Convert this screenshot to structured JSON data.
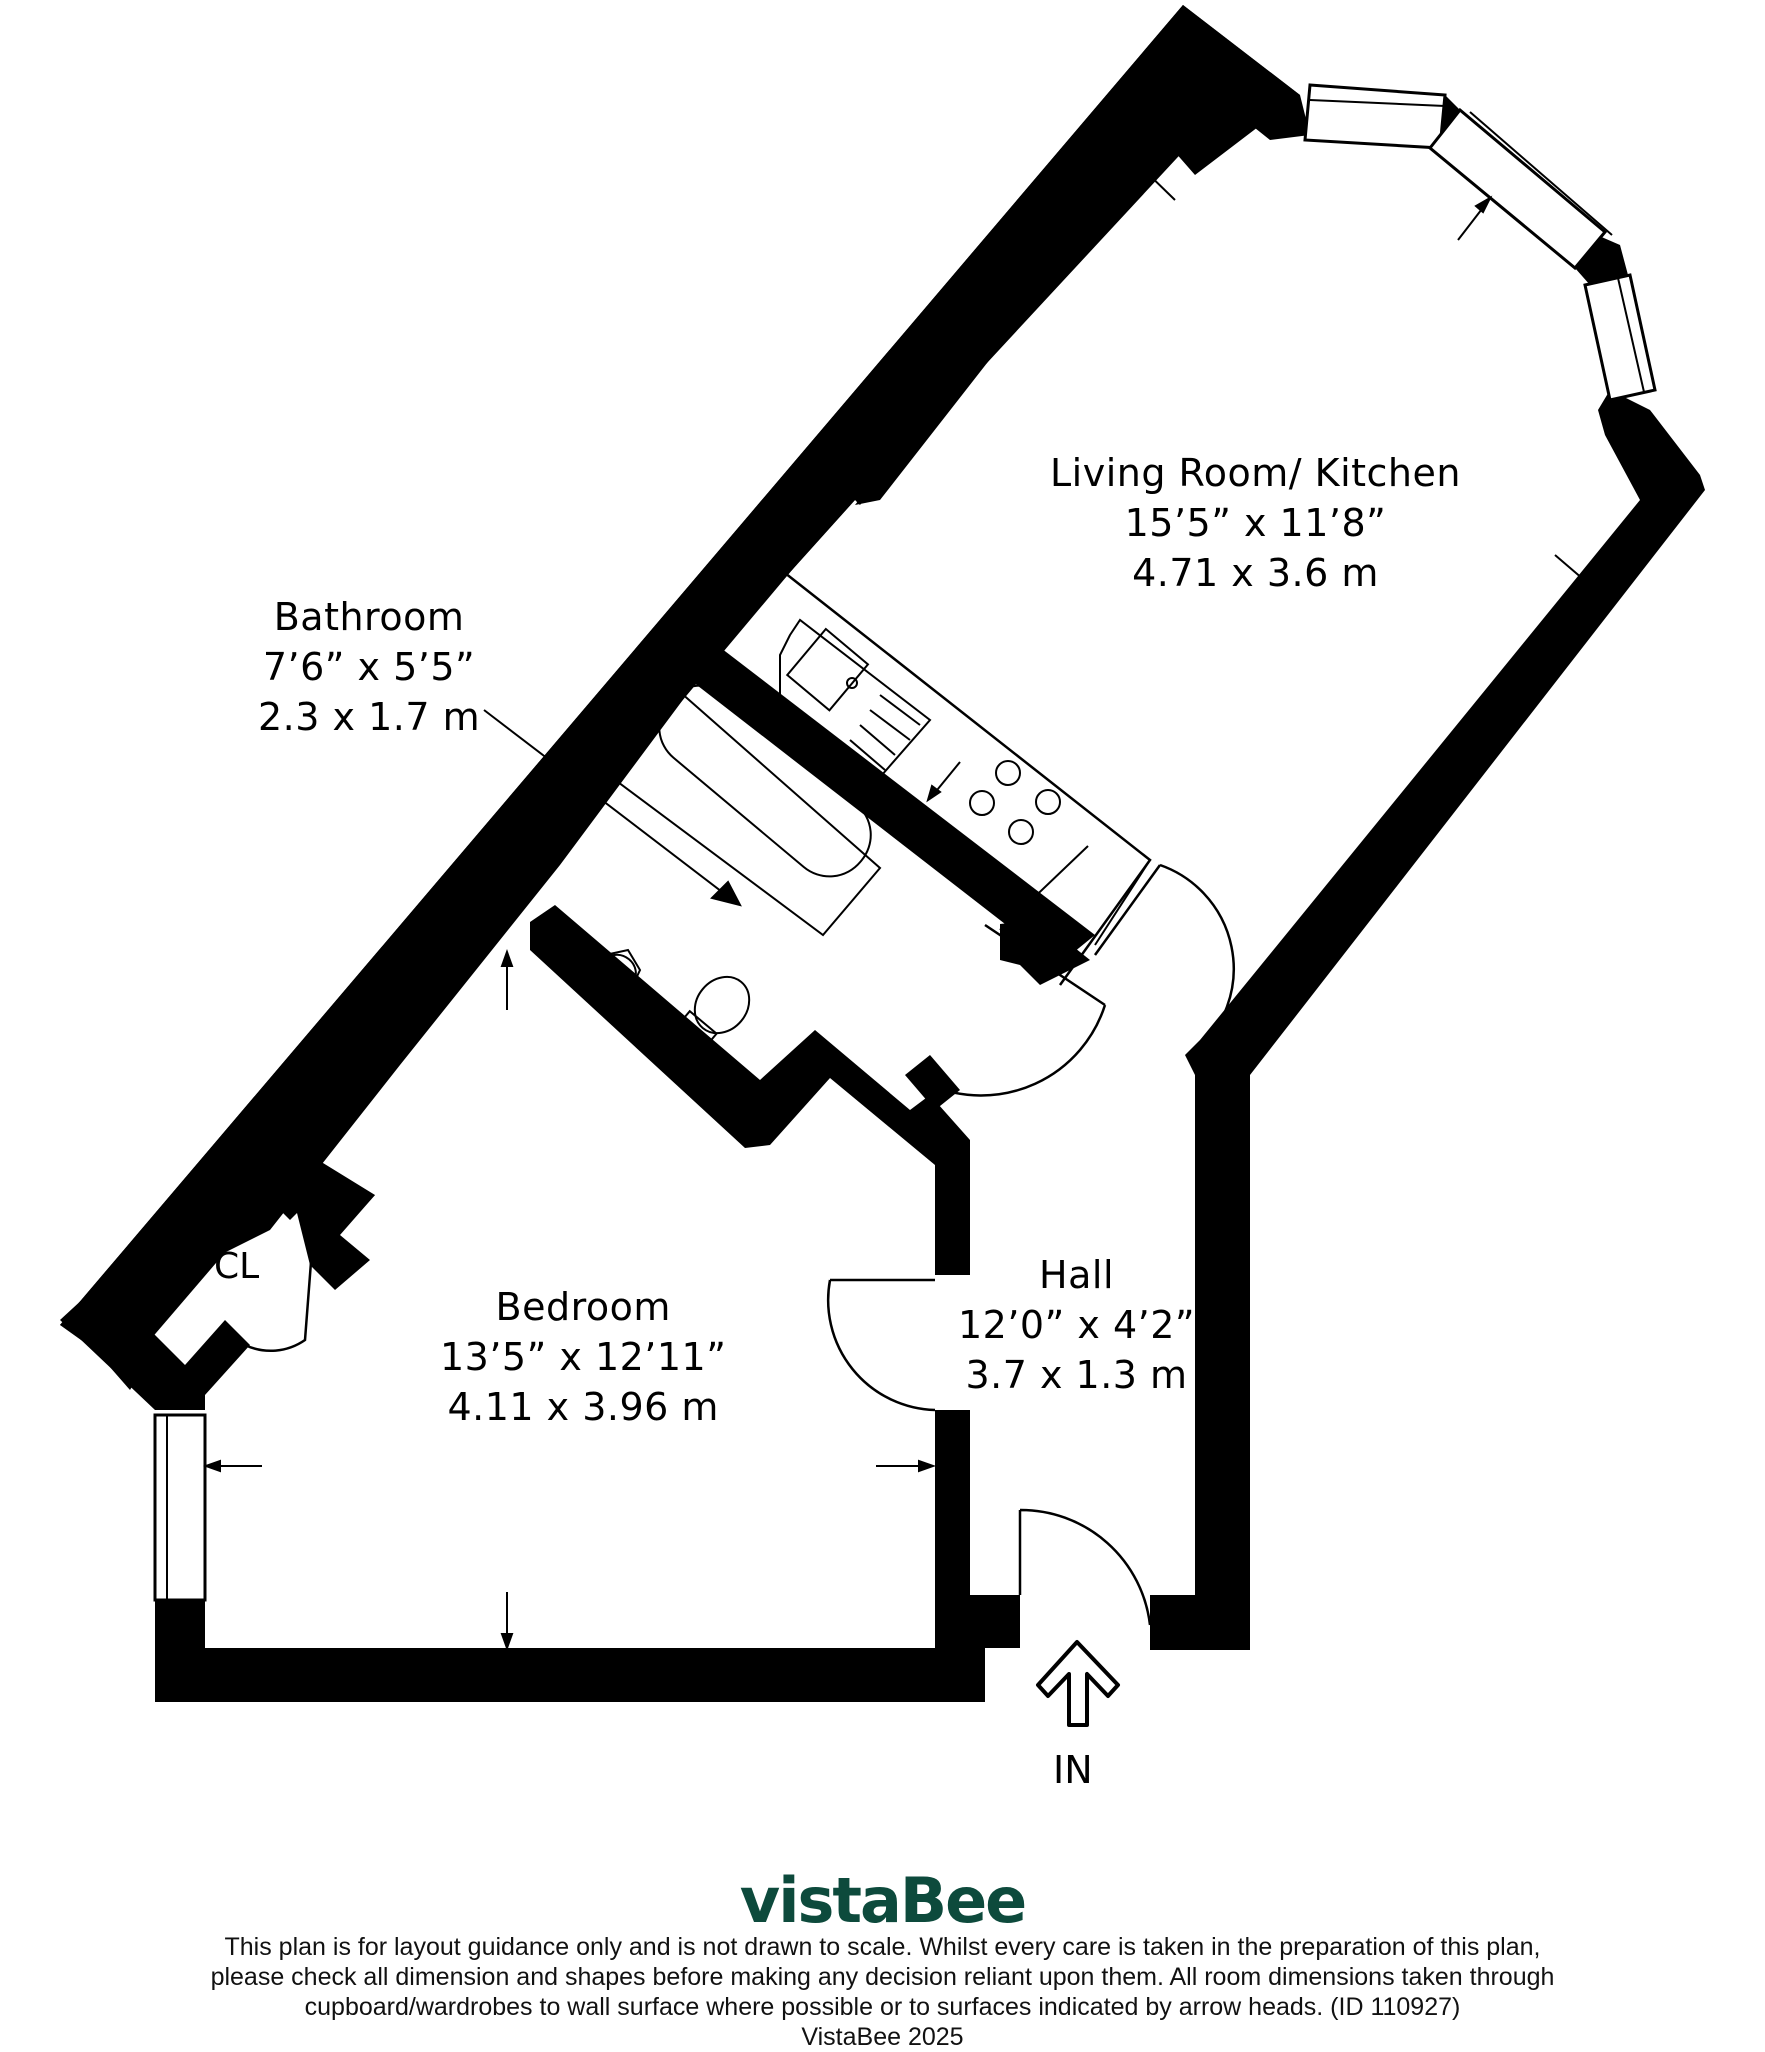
{
  "rooms": {
    "living": {
      "name": "Living Room/ Kitchen",
      "imperial": "15’5” x 11’8”",
      "metric": "4.71 x 3.6 m"
    },
    "bathroom": {
      "name": "Bathroom",
      "imperial": "7’6” x 5’5”",
      "metric": "2.3 x 1.7 m"
    },
    "bedroom": {
      "name": "Bedroom",
      "imperial": "13’5” x 12’11”",
      "metric": "4.11 x 3.96 m"
    },
    "hall": {
      "name": "Hall",
      "imperial": "12’0” x 4’2”",
      "metric": "3.7 x 1.3 m"
    },
    "closet": {
      "name": "CL"
    }
  },
  "entrance": {
    "label": "IN"
  },
  "footer": {
    "brand": "vistaBee",
    "brand_color": "#0d4a3c",
    "disclaimer_lines": [
      "This plan is for layout guidance only and is not drawn to scale. Whilst every care is taken in the preparation of this plan,",
      "please check all dimension and shapes before making any decision reliant upon them. All room dimensions taken through",
      "cupboard/wardrobes to wall surface where possible or to surfaces indicated by arrow heads. (ID 110927)",
      "VistaBee 2025"
    ]
  },
  "colors": {
    "wall": "#000000",
    "background": "#ffffff"
  }
}
